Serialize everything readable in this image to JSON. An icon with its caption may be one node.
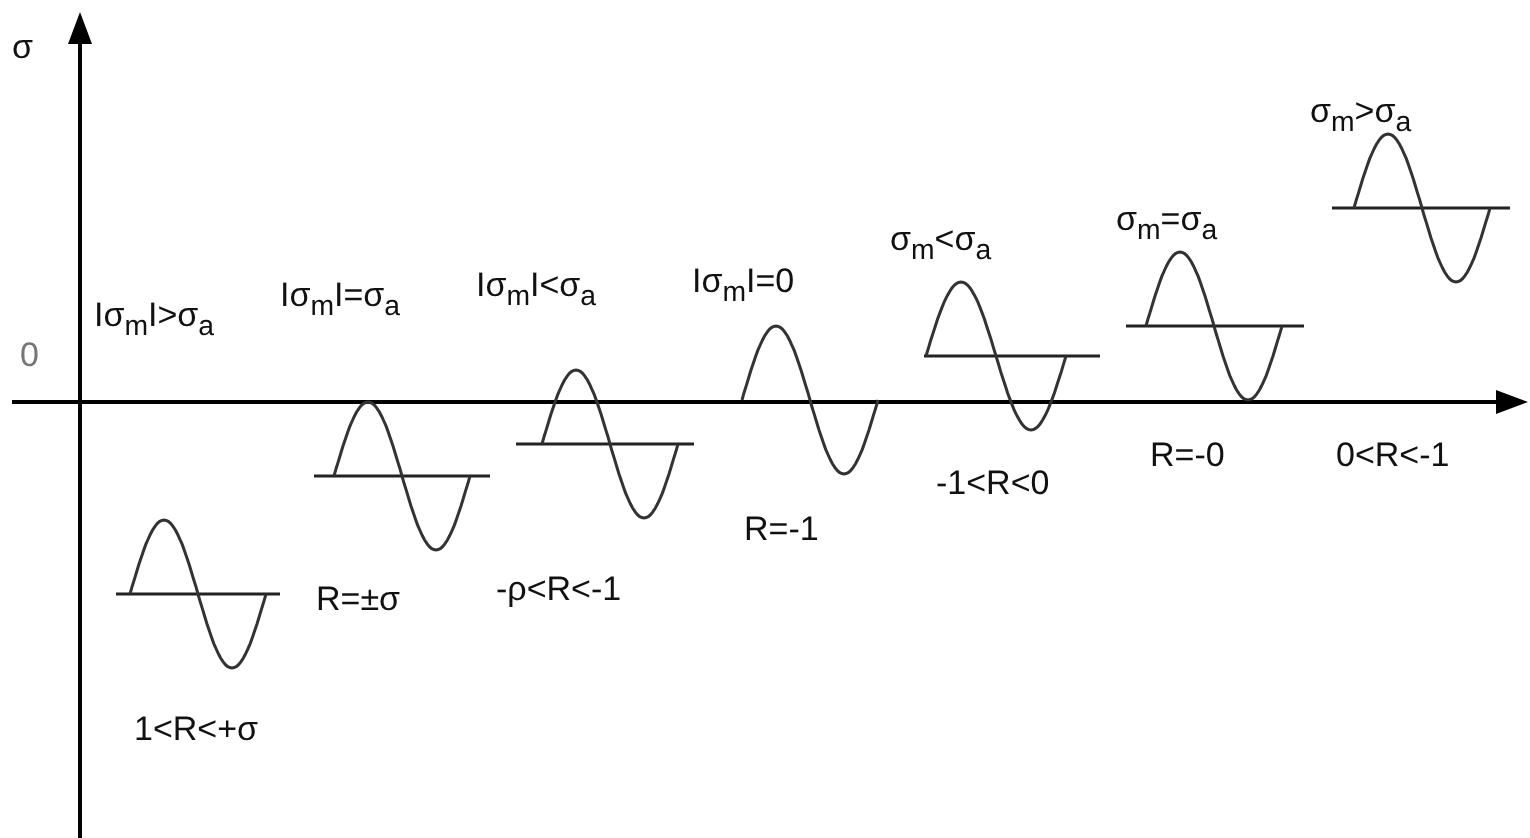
{
  "diagram": {
    "labels": [
      "σ",
      "0",
      "Iσ$_{m}$I>σ$_{a}$",
      "1<R<+σ",
      "Iσ$_{m}$I=σ$_{a}$",
      "R=±σ",
      "Iσ$_{m}$I<σ$_{a}$",
      "-ρ<R<-1",
      "Iσ$_{m}$I=0",
      "R=-1",
      "σ$_{m}$<σ$_{a}$",
      "-1<R<0",
      "σ$_{m}$=σ$_{a}$",
      "R=-0",
      "σ$_{m}$>σ$_{a}$",
      "0<R<-1"
    ]
  }
}
